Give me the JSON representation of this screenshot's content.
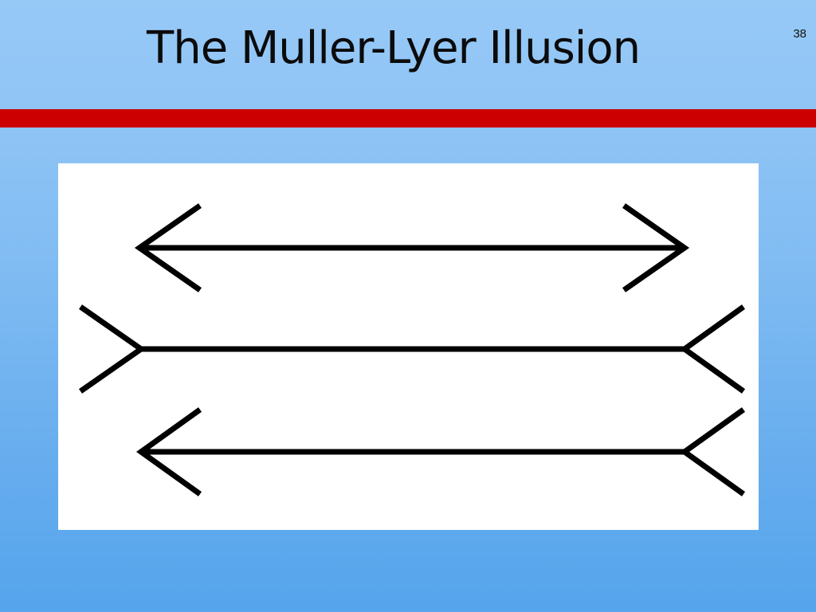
{
  "slide": {
    "title": "The Muller-Lyer Illusion",
    "page_number": "38"
  },
  "colors": {
    "background_top": "#97c9f7",
    "background_bottom": "#55a4ec",
    "accent_bar": "#cc0000",
    "figure_background": "#ffffff",
    "line_color": "#000000"
  },
  "figure": {
    "content": "three horizontal lines of equal length with arrow-fin ends",
    "lines": [
      {
        "name": "top-line",
        "left_fins": "arrowhead-outward",
        "right_fins": "arrowhead-outward"
      },
      {
        "name": "middle-line",
        "left_fins": "tail-inward",
        "right_fins": "tail-inward"
      },
      {
        "name": "bottom-line",
        "left_fins": "arrowhead-outward",
        "right_fins": "tail-inward"
      }
    ]
  }
}
